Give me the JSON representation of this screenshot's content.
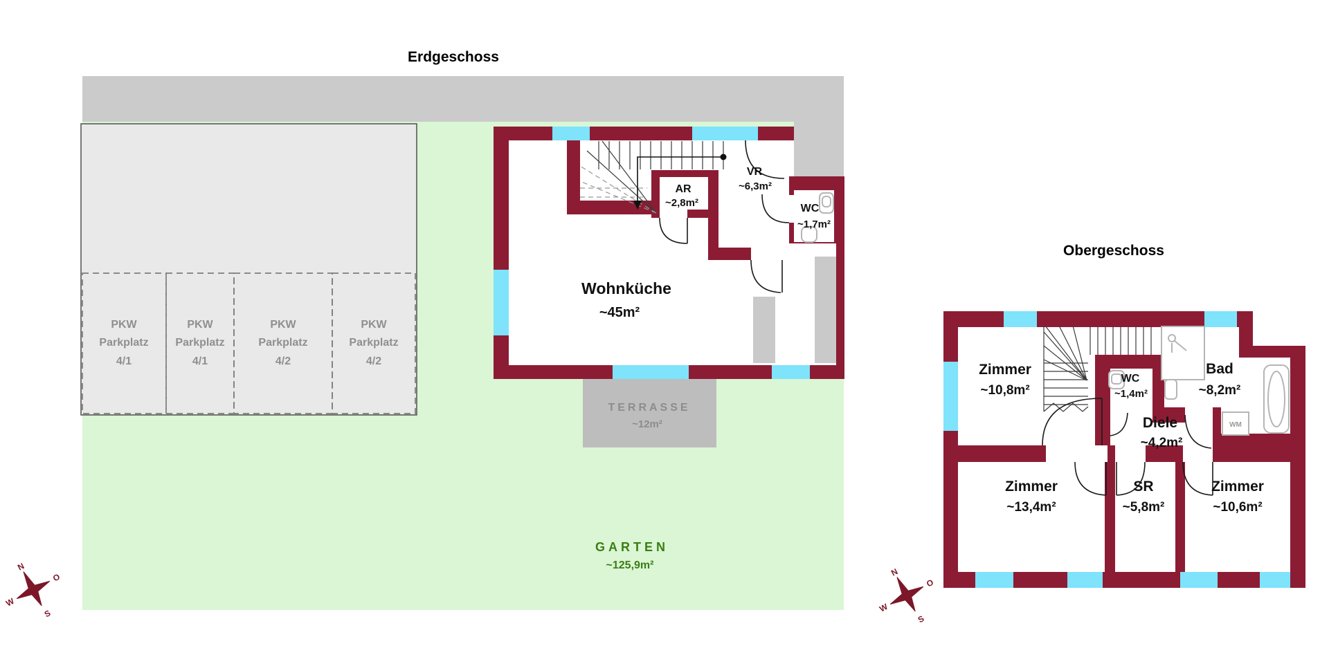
{
  "floors": {
    "eg": {
      "title": "Erdgeschoss",
      "rooms": {
        "wohnkueche": {
          "name": "Wohnküche",
          "area": "~45m²"
        },
        "ar": {
          "name": "AR",
          "area": "~2,8m²"
        },
        "vr": {
          "name": "VR",
          "area": "~6,3m²"
        },
        "wc": {
          "name": "WC",
          "area": "~1,7m²"
        }
      },
      "outdoor": {
        "terrasse": {
          "name": "TERRASSE",
          "area": "~12m²"
        },
        "garten": {
          "name": "GARTEN",
          "area": "~125,9m²"
        }
      },
      "parking": {
        "stalls": [
          {
            "l1": "PKW",
            "l2": "Parkplatz",
            "l3": "4/1"
          },
          {
            "l1": "PKW",
            "l2": "Parkplatz",
            "l3": "4/1"
          },
          {
            "l1": "PKW",
            "l2": "Parkplatz",
            "l3": "4/2"
          },
          {
            "l1": "PKW",
            "l2": "Parkplatz",
            "l3": "4/2"
          }
        ]
      }
    },
    "og": {
      "title": "Obergeschoss",
      "rooms": {
        "zimmer1": {
          "name": "Zimmer",
          "area": "~10,8m²"
        },
        "wc": {
          "name": "WC",
          "area": "~1,4m²"
        },
        "bad": {
          "name": "Bad",
          "area": "~8,2m²"
        },
        "diele": {
          "name": "Diele",
          "area": "~4,2m²"
        },
        "zimmer2": {
          "name": "Zimmer",
          "area": "~13,4m²"
        },
        "sr": {
          "name": "SR",
          "area": "~5,8m²"
        },
        "zimmer3": {
          "name": "Zimmer",
          "area": "~10,6m²"
        }
      },
      "appliances": {
        "wm": "WM"
      }
    }
  },
  "compass": {
    "n": "N",
    "o": "O",
    "s": "S",
    "w": "W"
  },
  "colors": {
    "wall": "#8c1c34",
    "window": "#7ee3fb",
    "garden": "#daf6d4",
    "street": "#cbcbcb",
    "parking": "#e9e9e9",
    "terrace": "#bdbdbd",
    "garten_text": "#3b7d15"
  }
}
